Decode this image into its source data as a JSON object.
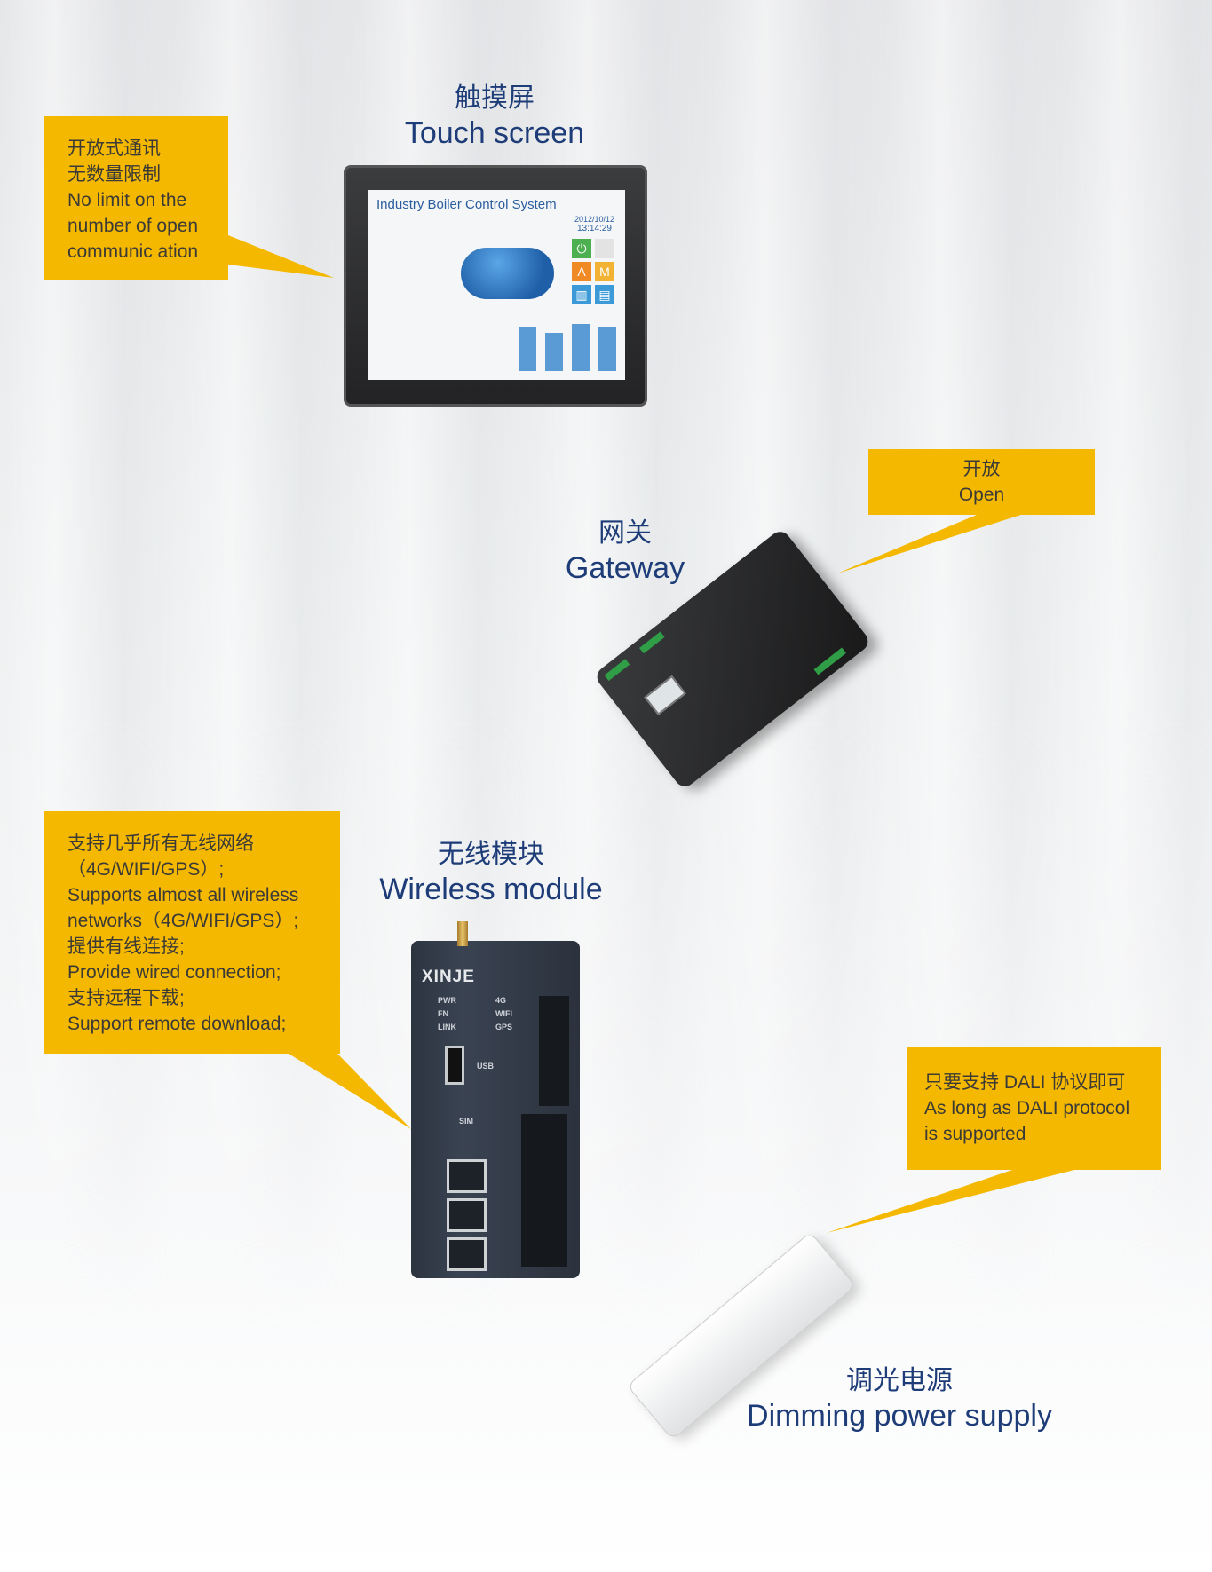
{
  "sections": {
    "touch_screen": {
      "title_zh": "触摸屏",
      "title_en": "Touch screen",
      "callout": [
        "开放式通讯",
        "无数量限制",
        "No limit on the",
        "number of open",
        "communic ation"
      ],
      "screen_title": "Industry Boiler Control System",
      "screen_date": "2012/10/12",
      "screen_time": "13:14:29"
    },
    "gateway": {
      "title_zh": "网关",
      "title_en": "Gateway",
      "callout": [
        "开放",
        "Open"
      ]
    },
    "wireless_module": {
      "title_zh": "无线模块",
      "title_en": "Wireless module",
      "callout": [
        "支持几乎所有无线网络",
        "（4G/WIFI/GPS）;",
        "Supports almost all wireless",
        "networks（4G/WIFI/GPS）;",
        "提供有线连接;",
        "Provide wired connection;",
        "支持远程下载;",
        "Support remote download;"
      ],
      "brand": "XINJE",
      "leds": [
        "PWR",
        "FN",
        "LINK",
        "4G",
        "WIFI",
        "GPS"
      ],
      "ports": [
        "USB",
        "SIM"
      ]
    },
    "dimming_power": {
      "title_zh": "调光电源",
      "title_en": "Dimming power supply",
      "callout": [
        "只要支持 DALI 协议即可",
        "As long as DALI protocol",
        "is supported"
      ]
    }
  },
  "colors": {
    "callout_bg": "#f5b800",
    "title": "#1d3c78"
  }
}
